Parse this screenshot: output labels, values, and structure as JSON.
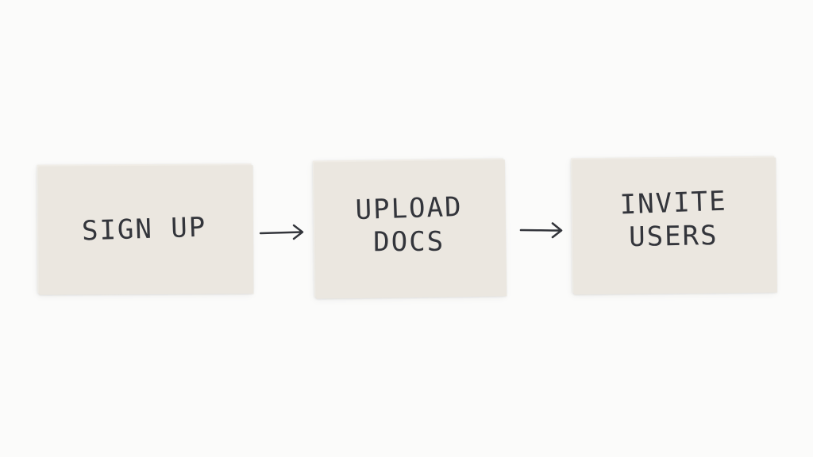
{
  "steps": [
    {
      "lines": [
        "SIGN UP"
      ]
    },
    {
      "lines": [
        "UPLOAD",
        "DOCS"
      ]
    },
    {
      "lines": [
        "INVITE",
        "USERS"
      ]
    }
  ],
  "colors": {
    "background": "#fbfbfa",
    "card": "#f0ede7",
    "ink": "#33353b"
  },
  "icons": {
    "connector": "arrow-right-icon"
  }
}
